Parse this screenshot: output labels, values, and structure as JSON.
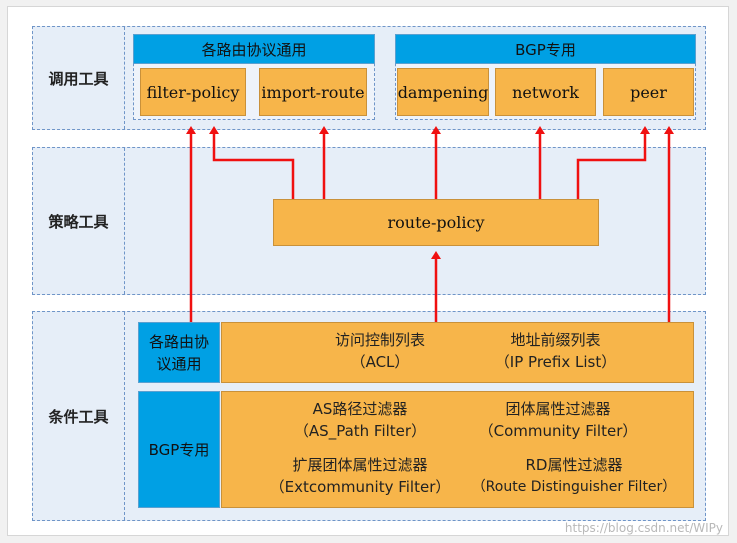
{
  "bands": {
    "call": "调用工具",
    "policy": "策略工具",
    "cond": "条件工具"
  },
  "top": {
    "general_header": "各路由协议通用",
    "bgp_header": "BGP专用",
    "filter_policy": "filter-policy",
    "import_route": "import-route",
    "dampening": "dampening",
    "network": "network",
    "peer": "peer"
  },
  "middle": {
    "route_policy": "route-policy"
  },
  "bottom": {
    "general_label": "各路由协议通用",
    "bgp_label": "BGP专用",
    "acl_title": "访问控制列表",
    "acl_en": "（ACL）",
    "ipprefix_title": "地址前缀列表",
    "ipprefix_en": "（IP Prefix List）",
    "aspath_title": "AS路径过滤器",
    "aspath_en": "（AS_Path Filter）",
    "community_title": "团体属性过滤器",
    "community_en": "（Community Filter）",
    "extcomm_title": "扩展团体属性过滤器",
    "extcomm_en": "（Extcommunity Filter）",
    "rd_title": "RD属性过滤器",
    "rd_en": "（Route Distinguisher Filter）"
  },
  "watermark": "https://blog.csdn.net/WIPy",
  "colors": {
    "band_bg": "#e6eef8",
    "header_blue": "#00a0e4",
    "box_orange": "#f7b54a",
    "arrow_red": "#f01010"
  }
}
